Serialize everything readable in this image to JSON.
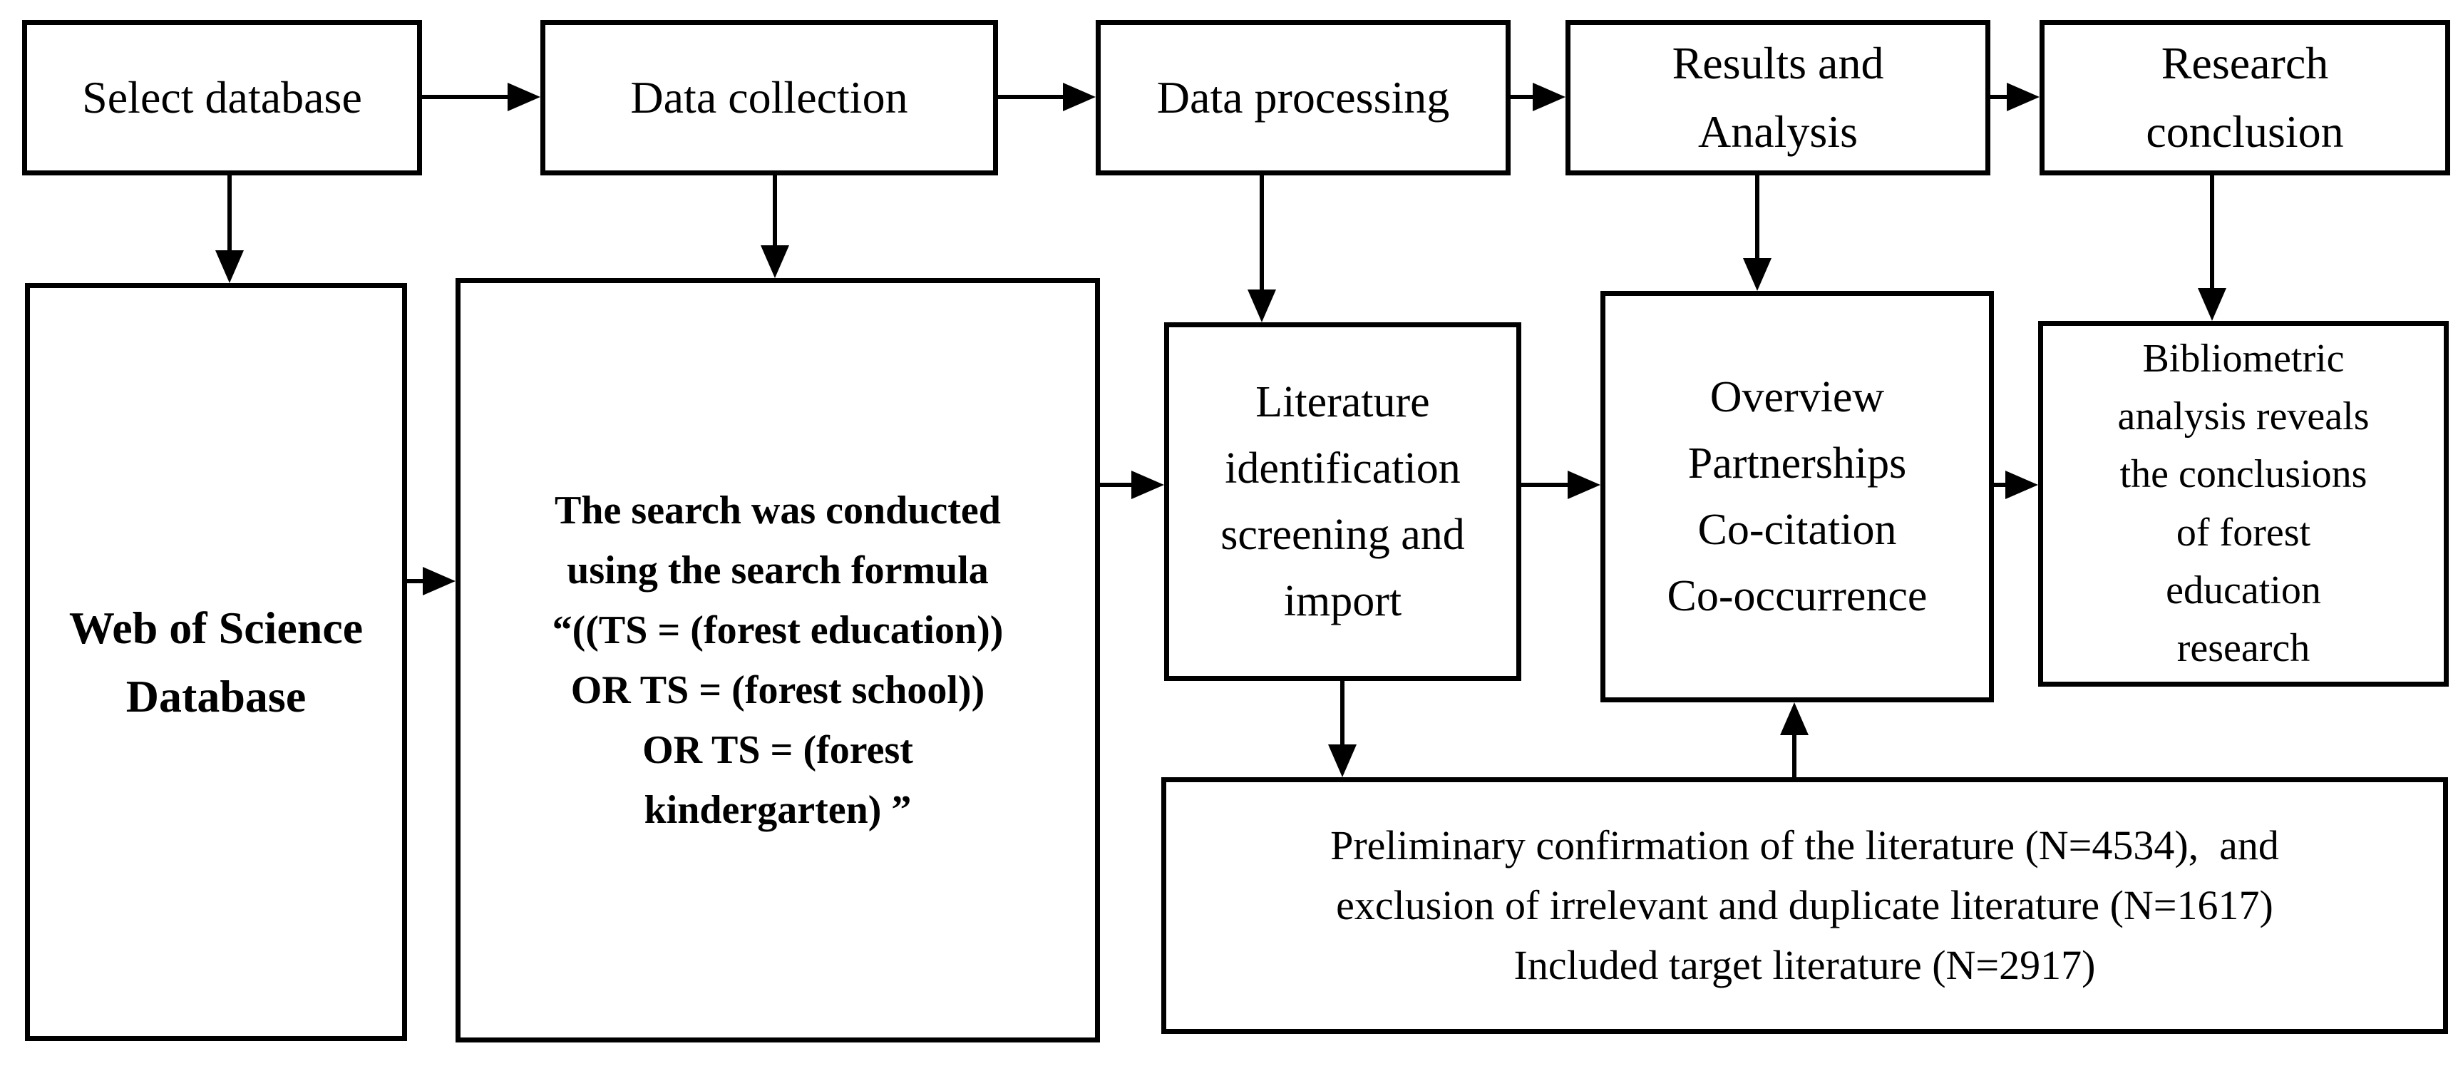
{
  "colors": {
    "background": "#ffffff",
    "line": "#000000",
    "text": "#000000"
  },
  "boxes": {
    "select_database": "Select database",
    "data_collection": "Data collection",
    "data_processing": "Data processing",
    "results_analysis": "Results and\nAnalysis",
    "research_conclusion": "Research\nconclusion",
    "wos_database": "Web of Science\nDatabase",
    "search_formula": "The search was conducted\nusing the search formula\n“((TS = (forest education))\nOR TS = (forest school))\nOR TS = (forest\nkindergarten) ”",
    "literature_screening": "Literature\nidentification\nscreening and\nimport",
    "analysis_methods": "Overview\nPartnerships\nCo-citation\nCo-occurrence",
    "bibliometric_conclusion": "Bibliometric\nanalysis reveals\nthe conclusions\nof forest\neducation\nresearch",
    "literature_confirmation": "Preliminary confirmation of the literature (N=4534),  and\nexclusion of irrelevant and duplicate literature (N=1617)\nIncluded target literature (N=2917)"
  }
}
